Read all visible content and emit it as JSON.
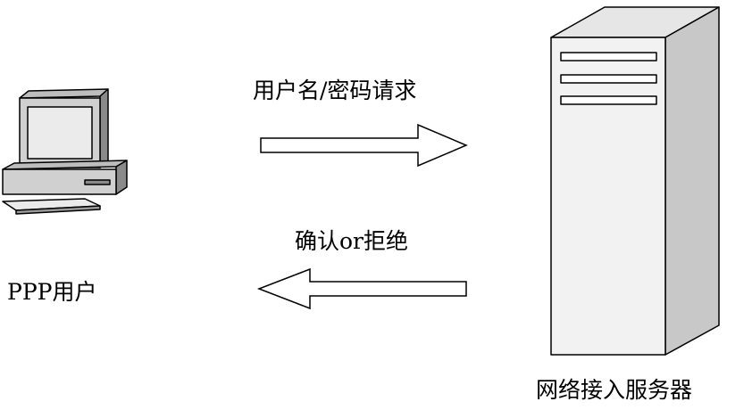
{
  "nodes": {
    "client": {
      "label": "PPP用户",
      "icon": "desktop-computer-icon"
    },
    "server": {
      "label": "网络接入服务器",
      "icon": "tower-server-icon"
    }
  },
  "edges": {
    "request": {
      "label": "用户名/密码请求",
      "direction": "client-to-server"
    },
    "reply": {
      "label": "确认or拒绝",
      "direction": "server-to-client"
    }
  },
  "colors": {
    "line": "#000000",
    "fill": "#ffffff",
    "pc_body": "#d0d0d0",
    "pc_side": "#8a8a8a",
    "pc_screen": "#ebebeb",
    "server_front": "#f2f2f2",
    "server_side": "#c8c8c8"
  }
}
